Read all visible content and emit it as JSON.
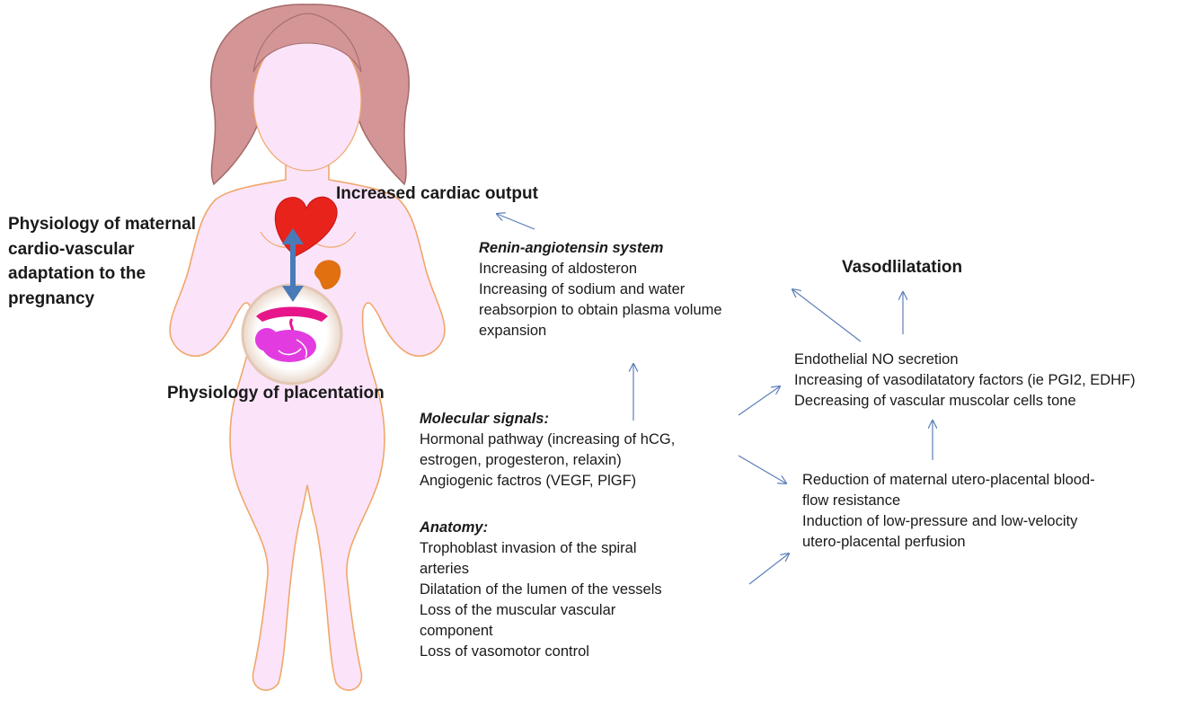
{
  "figure": {
    "title_lines": [
      "Physiology of maternal",
      "cardio-vascular",
      "adaptation to the",
      "pregnancy"
    ],
    "placentation_label": "Physiology of placentation",
    "cardiac_output_label": "Increased cardiac output",
    "vasodilatation_label": "Vasodlilatation"
  },
  "renin": {
    "heading": "Renin-angiotensin system",
    "lines": [
      "Increasing of aldosteron",
      "Increasing of sodium and water",
      "reabsorpion to obtain plasma volume",
      "expansion"
    ]
  },
  "endothelial": {
    "lines": [
      "Endothelial NO secretion",
      "Increasing of vasodilatatory factors (ie PGI2,  EDHF)",
      "Decreasing of vascular muscolar cells tone"
    ]
  },
  "molecular": {
    "heading": "Molecular signals:",
    "lines": [
      "Hormonal pathway (increasing of hCG,",
      "estrogen, progesteron, relaxin)",
      "Angiogenic factros (VEGF, PlGF)"
    ]
  },
  "reduction": {
    "lines": [
      "Reduction of maternal utero-placental blood-",
      "flow resistance",
      "Induction of low-pressure and low-velocity",
      "utero-placental perfusion"
    ]
  },
  "anatomy": {
    "heading": "Anatomy:",
    "lines": [
      "Trophoblast invasion of the spiral",
      "arteries",
      "Dilatation of the lumen of the vessels",
      "Loss of the muscular vascular",
      "component",
      "Loss of vasomotor control"
    ]
  },
  "colors": {
    "body_fill": "#fbe4fa",
    "body_outline": "#f0a76a",
    "hair": "#d39596",
    "hair_outline": "#a46a6b",
    "heart": "#e8231c",
    "kidney": "#e07010",
    "double_arrow": "#4a7ab8",
    "arrow": "#5b7fb8",
    "fetus": "#e23ce0"
  }
}
